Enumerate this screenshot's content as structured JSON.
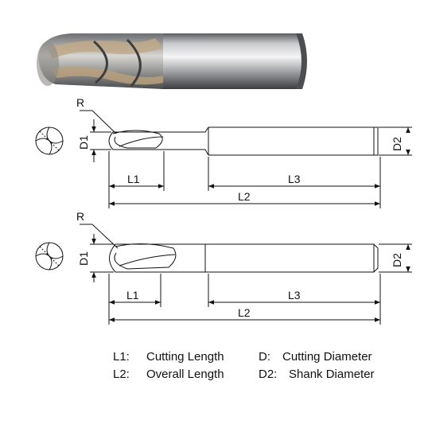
{
  "diagram": {
    "views": [
      {
        "radius_label": "R",
        "cutting_diameter_label": "D1",
        "shank_diameter_label": "D2",
        "cutting_length_label": "L1",
        "shank_length_label": "L3",
        "overall_length_label": "L2"
      },
      {
        "radius_label": "R",
        "cutting_diameter_label": "D1",
        "shank_diameter_label": "D2",
        "cutting_length_label": "L1",
        "shank_length_label": "L3",
        "overall_length_label": "L2"
      }
    ]
  },
  "legend": [
    {
      "key": "L1:",
      "text": "Cutting Length"
    },
    {
      "key": "D:",
      "text": "Cutting Diameter"
    },
    {
      "key": "L2:",
      "text": "Overall Length"
    },
    {
      "key": "D2:",
      "text": "Shank Diameter"
    }
  ]
}
